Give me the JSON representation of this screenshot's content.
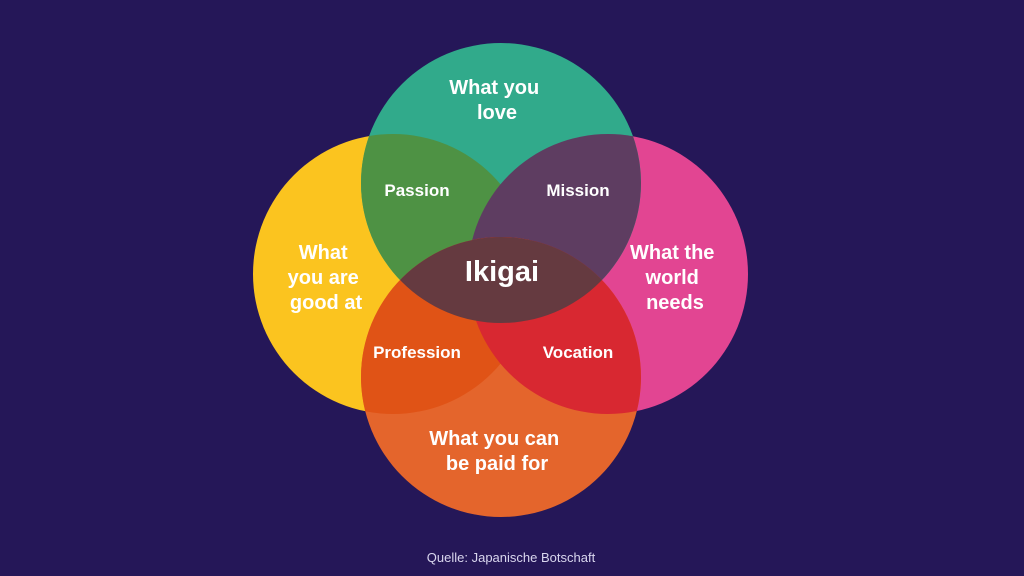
{
  "background_color": "#251758",
  "circles": {
    "love": {
      "label_lines": [
        "What you",
        "love"
      ],
      "color": "#31aa8b"
    },
    "good_at": {
      "label_lines": [
        "What",
        "you are",
        "good at"
      ],
      "color": "#fbc41f"
    },
    "world_needs": {
      "label_lines": [
        "What the",
        "world",
        "needs"
      ],
      "color": "#e24592"
    },
    "paid_for": {
      "label_lines": [
        "What you can",
        "be paid for"
      ],
      "color": "#e4652c"
    }
  },
  "intersections": {
    "passion": {
      "label": "Passion",
      "color": "#4e9244"
    },
    "mission": {
      "label": "Mission",
      "color": "#5e3d61"
    },
    "profession": {
      "label": "Profession",
      "color": "#e05316"
    },
    "vocation": {
      "label": "Vocation",
      "color": "#d82831"
    }
  },
  "center": {
    "label": "Ikigai",
    "color": "#653a40"
  },
  "source": "Quelle: Japanische Botschaft"
}
